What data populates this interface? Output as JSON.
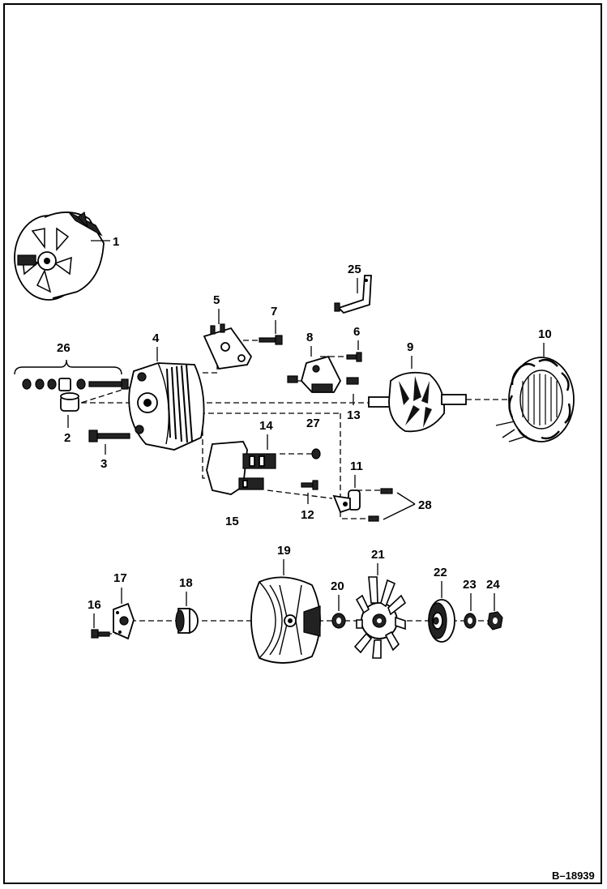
{
  "diagram": {
    "reference": "B–18939",
    "callouts": [
      "1",
      "2",
      "3",
      "4",
      "5",
      "6",
      "7",
      "8",
      "9",
      "10",
      "11",
      "12",
      "13",
      "14",
      "15",
      "16",
      "17",
      "18",
      "19",
      "20",
      "21",
      "22",
      "23",
      "24",
      "25",
      "26",
      "27",
      "28"
    ]
  }
}
